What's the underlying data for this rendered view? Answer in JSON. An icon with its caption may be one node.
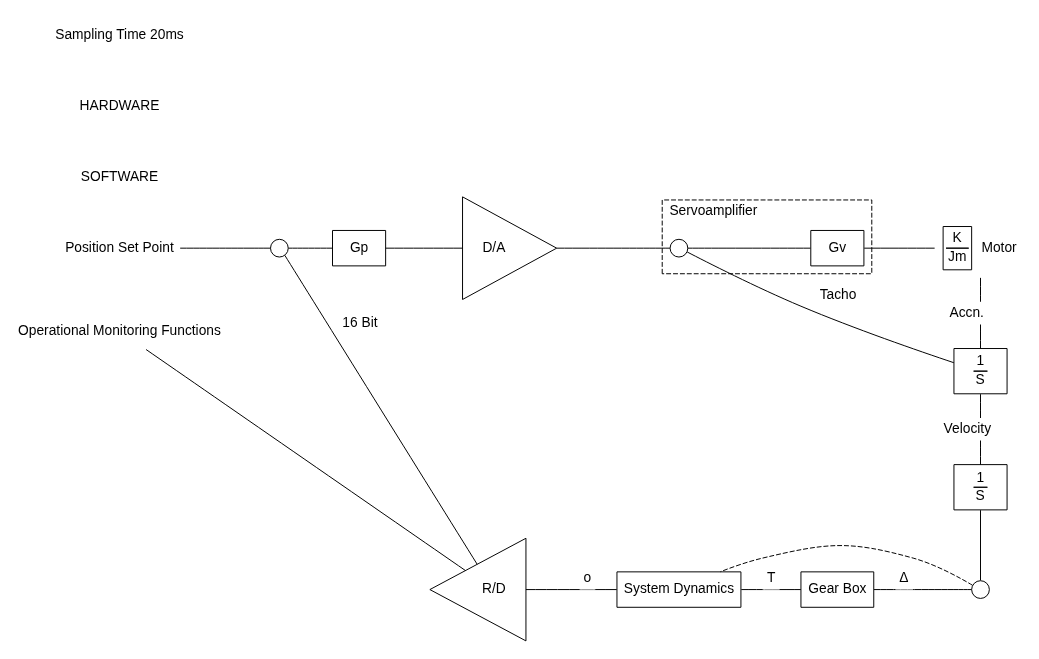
{
  "diagram": {
    "nodes": [
      {
        "text": [
          "Position Set Point"
        ]
      },
      {
        "text": [],
        "shape": "circle"
      },
      {
        "text": [
          "Gp"
        ]
      },
      {
        "text": [
          "D/A"
        ]
      },
      {
        "text": [
          "Servoamplifier"
        ]
      },
      {
        "text": [],
        "shape": "circle",
        "in": 4
      },
      {
        "text": [
          "Gv"
        ],
        "in": 4
      },
      {
        "text": [
          "K",
          "Jm"
        ],
        "beside": [
          "Motor"
        ]
      },
      {
        "text": [
          "1",
          "S"
        ]
      },
      {
        "text": [
          "1",
          "S"
        ]
      },
      {
        "text": [],
        "shape": "circle"
      },
      {
        "text": [
          "Gear Box"
        ]
      },
      {
        "text": [
          "System Dynamics"
        ]
      },
      {
        "text": [
          "R/D"
        ]
      },
      {
        "text": [
          "Operational Monitoring Functions"
        ]
      }
    ],
    "edges": [
      {
        "from": 0,
        "to": 1,
        "arrow": "none"
      },
      {
        "from": 1,
        "to": 2,
        "arrow": "none"
      },
      {
        "from": 2,
        "to": 3,
        "arrow": "none"
      },
      {
        "from": 3,
        "to": 5,
        "arrow": "none"
      },
      {
        "from": 5,
        "to": 6,
        "arrow": "none"
      },
      {
        "from": 6,
        "to": 7,
        "arrow": "none"
      },
      {
        "from": 7,
        "to": 8,
        "arrow": "none",
        "label": "Accn."
      },
      {
        "from": 8,
        "to": 5,
        "arrow": "none",
        "label": "Tacho"
      },
      {
        "from": 8,
        "to": 9,
        "arrow": "none",
        "label": "Velocity"
      },
      {
        "from": 9,
        "to": 10,
        "arrow": "none"
      },
      {
        "from": 10,
        "to": 11,
        "arrow": "none",
        "label": "Δ"
      },
      {
        "from": 11,
        "to": 12,
        "arrow": "none",
        "label": "T"
      },
      {
        "from": 12,
        "to": 13,
        "arrow": "none",
        "label": "o"
      },
      {
        "from": 13,
        "to": 1,
        "arrow": "none",
        "label": "16 Bit"
      },
      {
        "from": 13,
        "to": 14,
        "arrow": "none"
      },
      {
        "from": 10,
        "to": 12,
        "arrow": "none",
        "style": "dashed"
      }
    ],
    "labels": [
      "SOFTWARE",
      "HARDWARE",
      "Sampling Time 20ms"
    ]
  }
}
